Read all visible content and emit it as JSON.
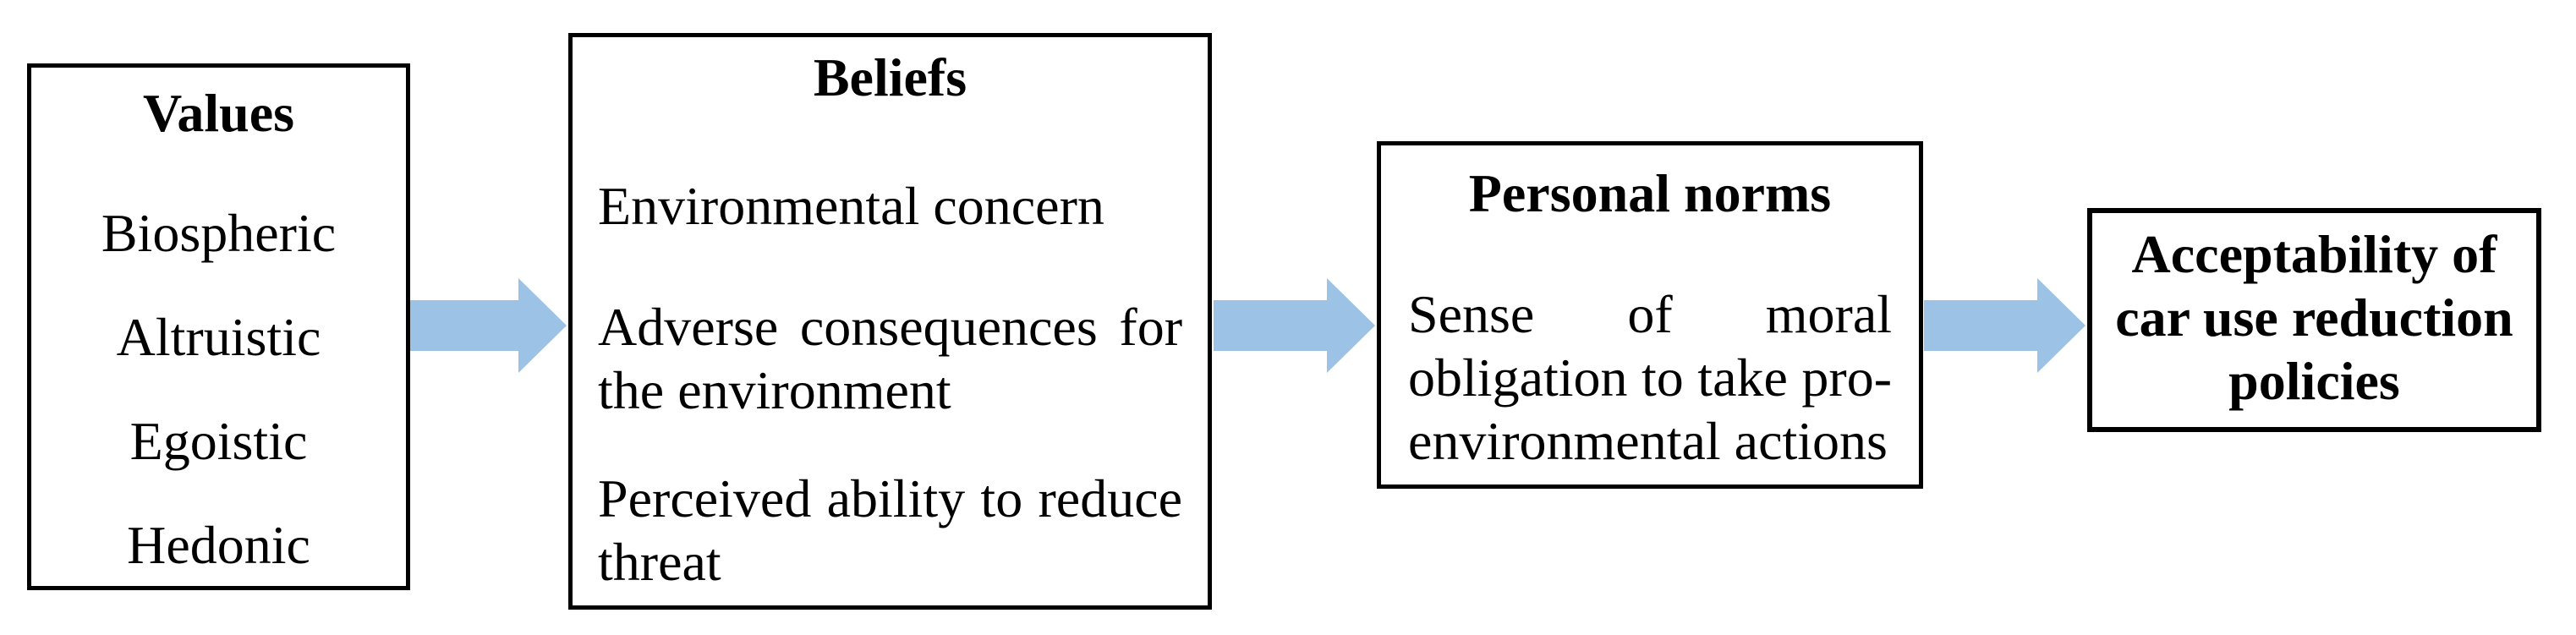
{
  "figure": {
    "background": "#ffffff",
    "arrow_color": "#9CC2E5",
    "box_border_color": "#000000",
    "text_color": "#000000"
  },
  "boxes": {
    "values": {
      "title": "Values",
      "items": [
        "Biospheric",
        "Altruistic",
        "Egoistic",
        "Hedonic"
      ]
    },
    "beliefs": {
      "title": "Beliefs",
      "item1": {
        "line1": "Environmental concern"
      },
      "item2": {
        "line1": "Adverse consequences for",
        "line2": "the environment"
      },
      "item3": {
        "line1": "Perceived ability to reduce",
        "line2": "threat"
      }
    },
    "personal_norms": {
      "title": "Personal norms",
      "body": {
        "line1": "Sense of moral",
        "line2": "obligation to take pro-",
        "line3": "environmental actions"
      }
    },
    "acceptability": {
      "line1": "Acceptability of",
      "line2": "car use reduction",
      "line3": "policies"
    }
  }
}
